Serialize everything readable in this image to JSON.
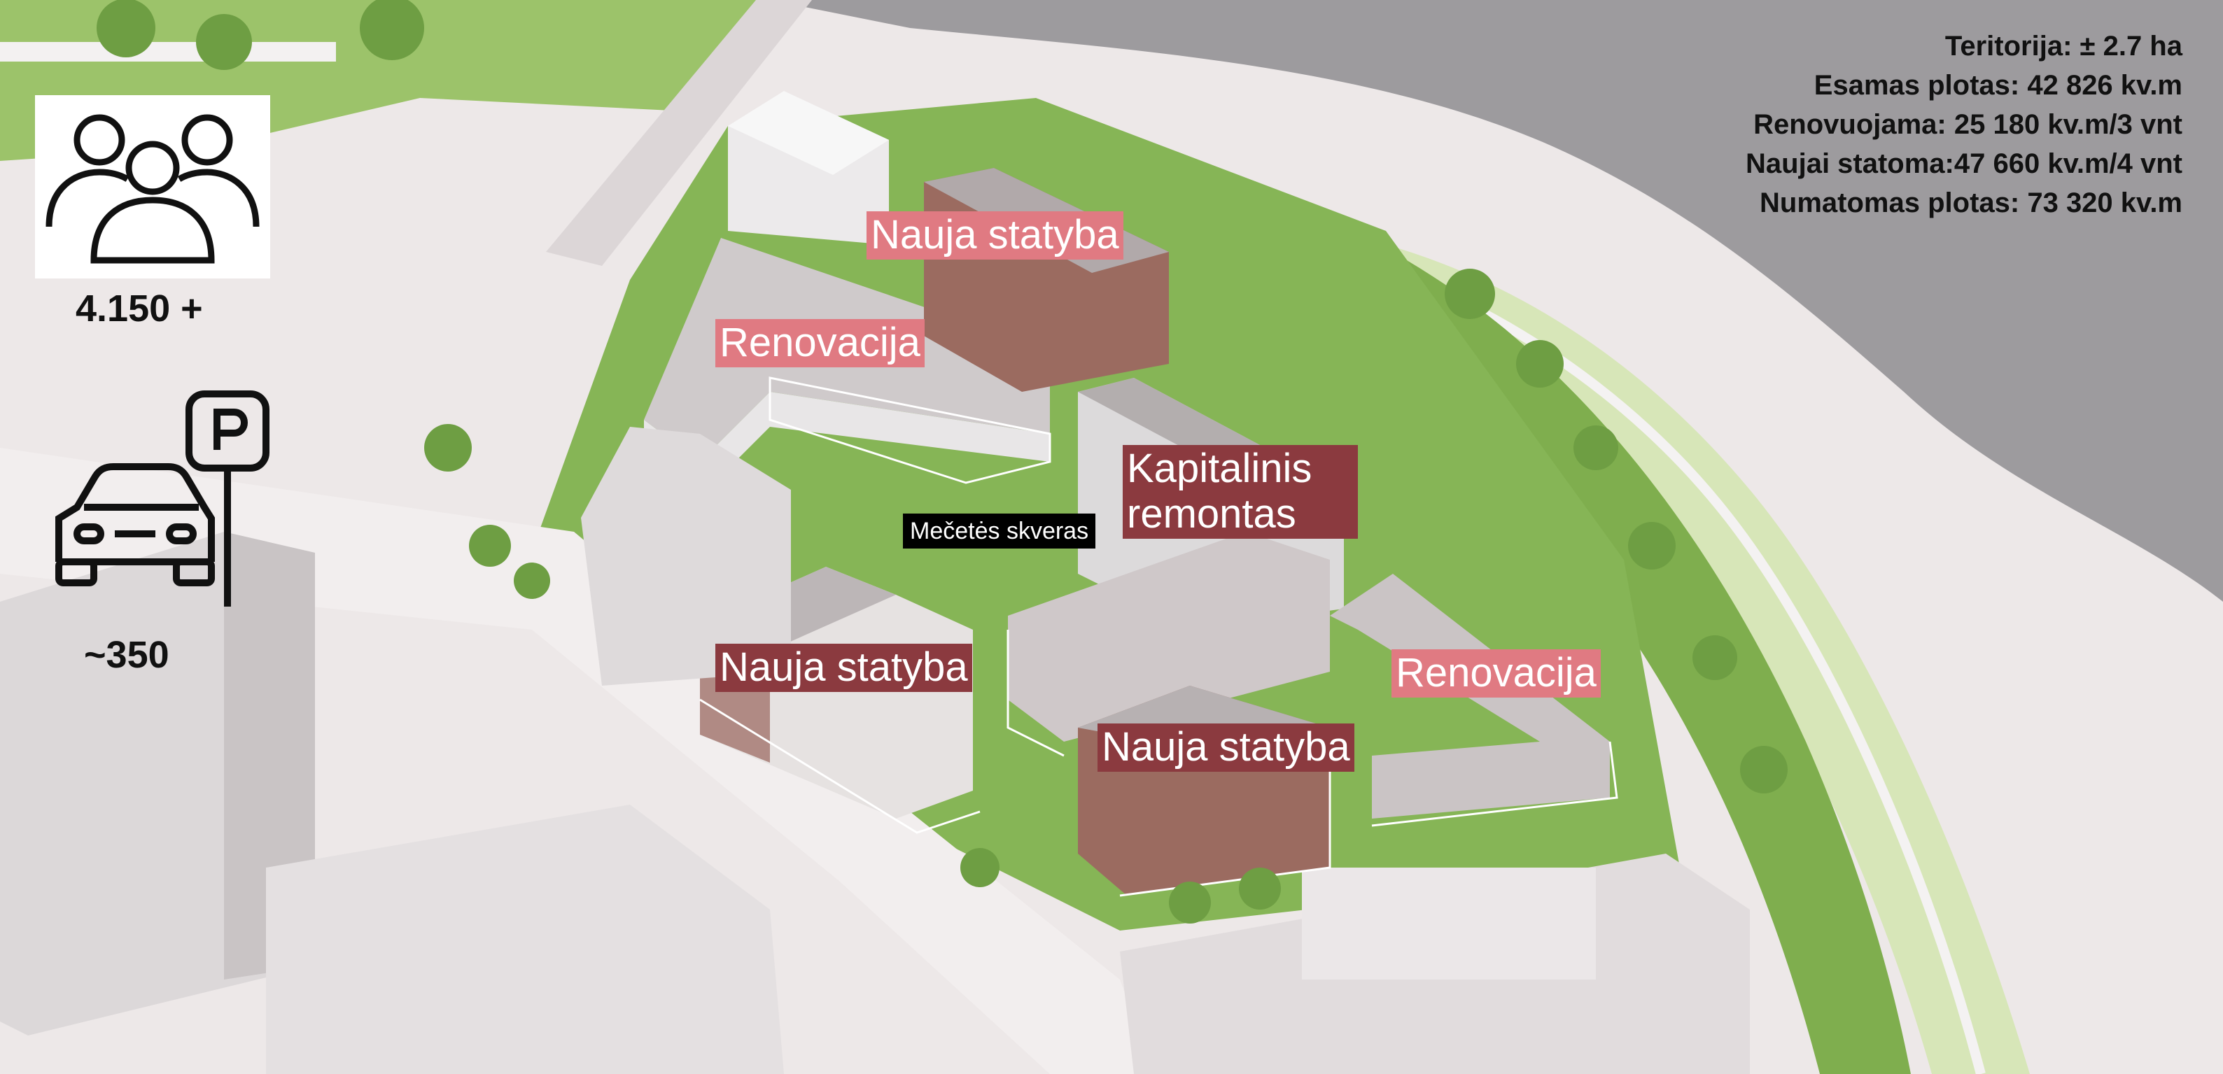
{
  "stats": {
    "line1": "Teritorija: ± 2.7 ha",
    "line2": "Esamas plotas: 42 826 kv.m",
    "line3": "Renovuojama: 25 180 kv.m/3 vnt",
    "line4": "Naujai statoma:47 660 kv.m/4 vnt",
    "line5": "Numatomas plotas: 73 320 kv.m"
  },
  "people": {
    "count": "4.150 +",
    "icon": "people-group-icon"
  },
  "parking": {
    "count": "~350",
    "icon": "car-parking-icon"
  },
  "labels": {
    "nauja_top": "Nauja statyba",
    "renovacija_left": "Renovacija",
    "kapitalinis_line1": "Kapitalinis",
    "kapitalinis_line2": "remontas",
    "skveras": "Mečetės skveras",
    "nauja_left": "Nauja statyba",
    "renovacija_right": "Renovacija",
    "nauja_bottom": "Nauja statyba"
  },
  "colors": {
    "new_build": "#e07a82",
    "renovation": "#e07a82",
    "major_repair": "#8b3a3f",
    "new_build_dark": "#8b3a3f",
    "river": "#9d9b9e",
    "greenery": "#7fae4e"
  }
}
